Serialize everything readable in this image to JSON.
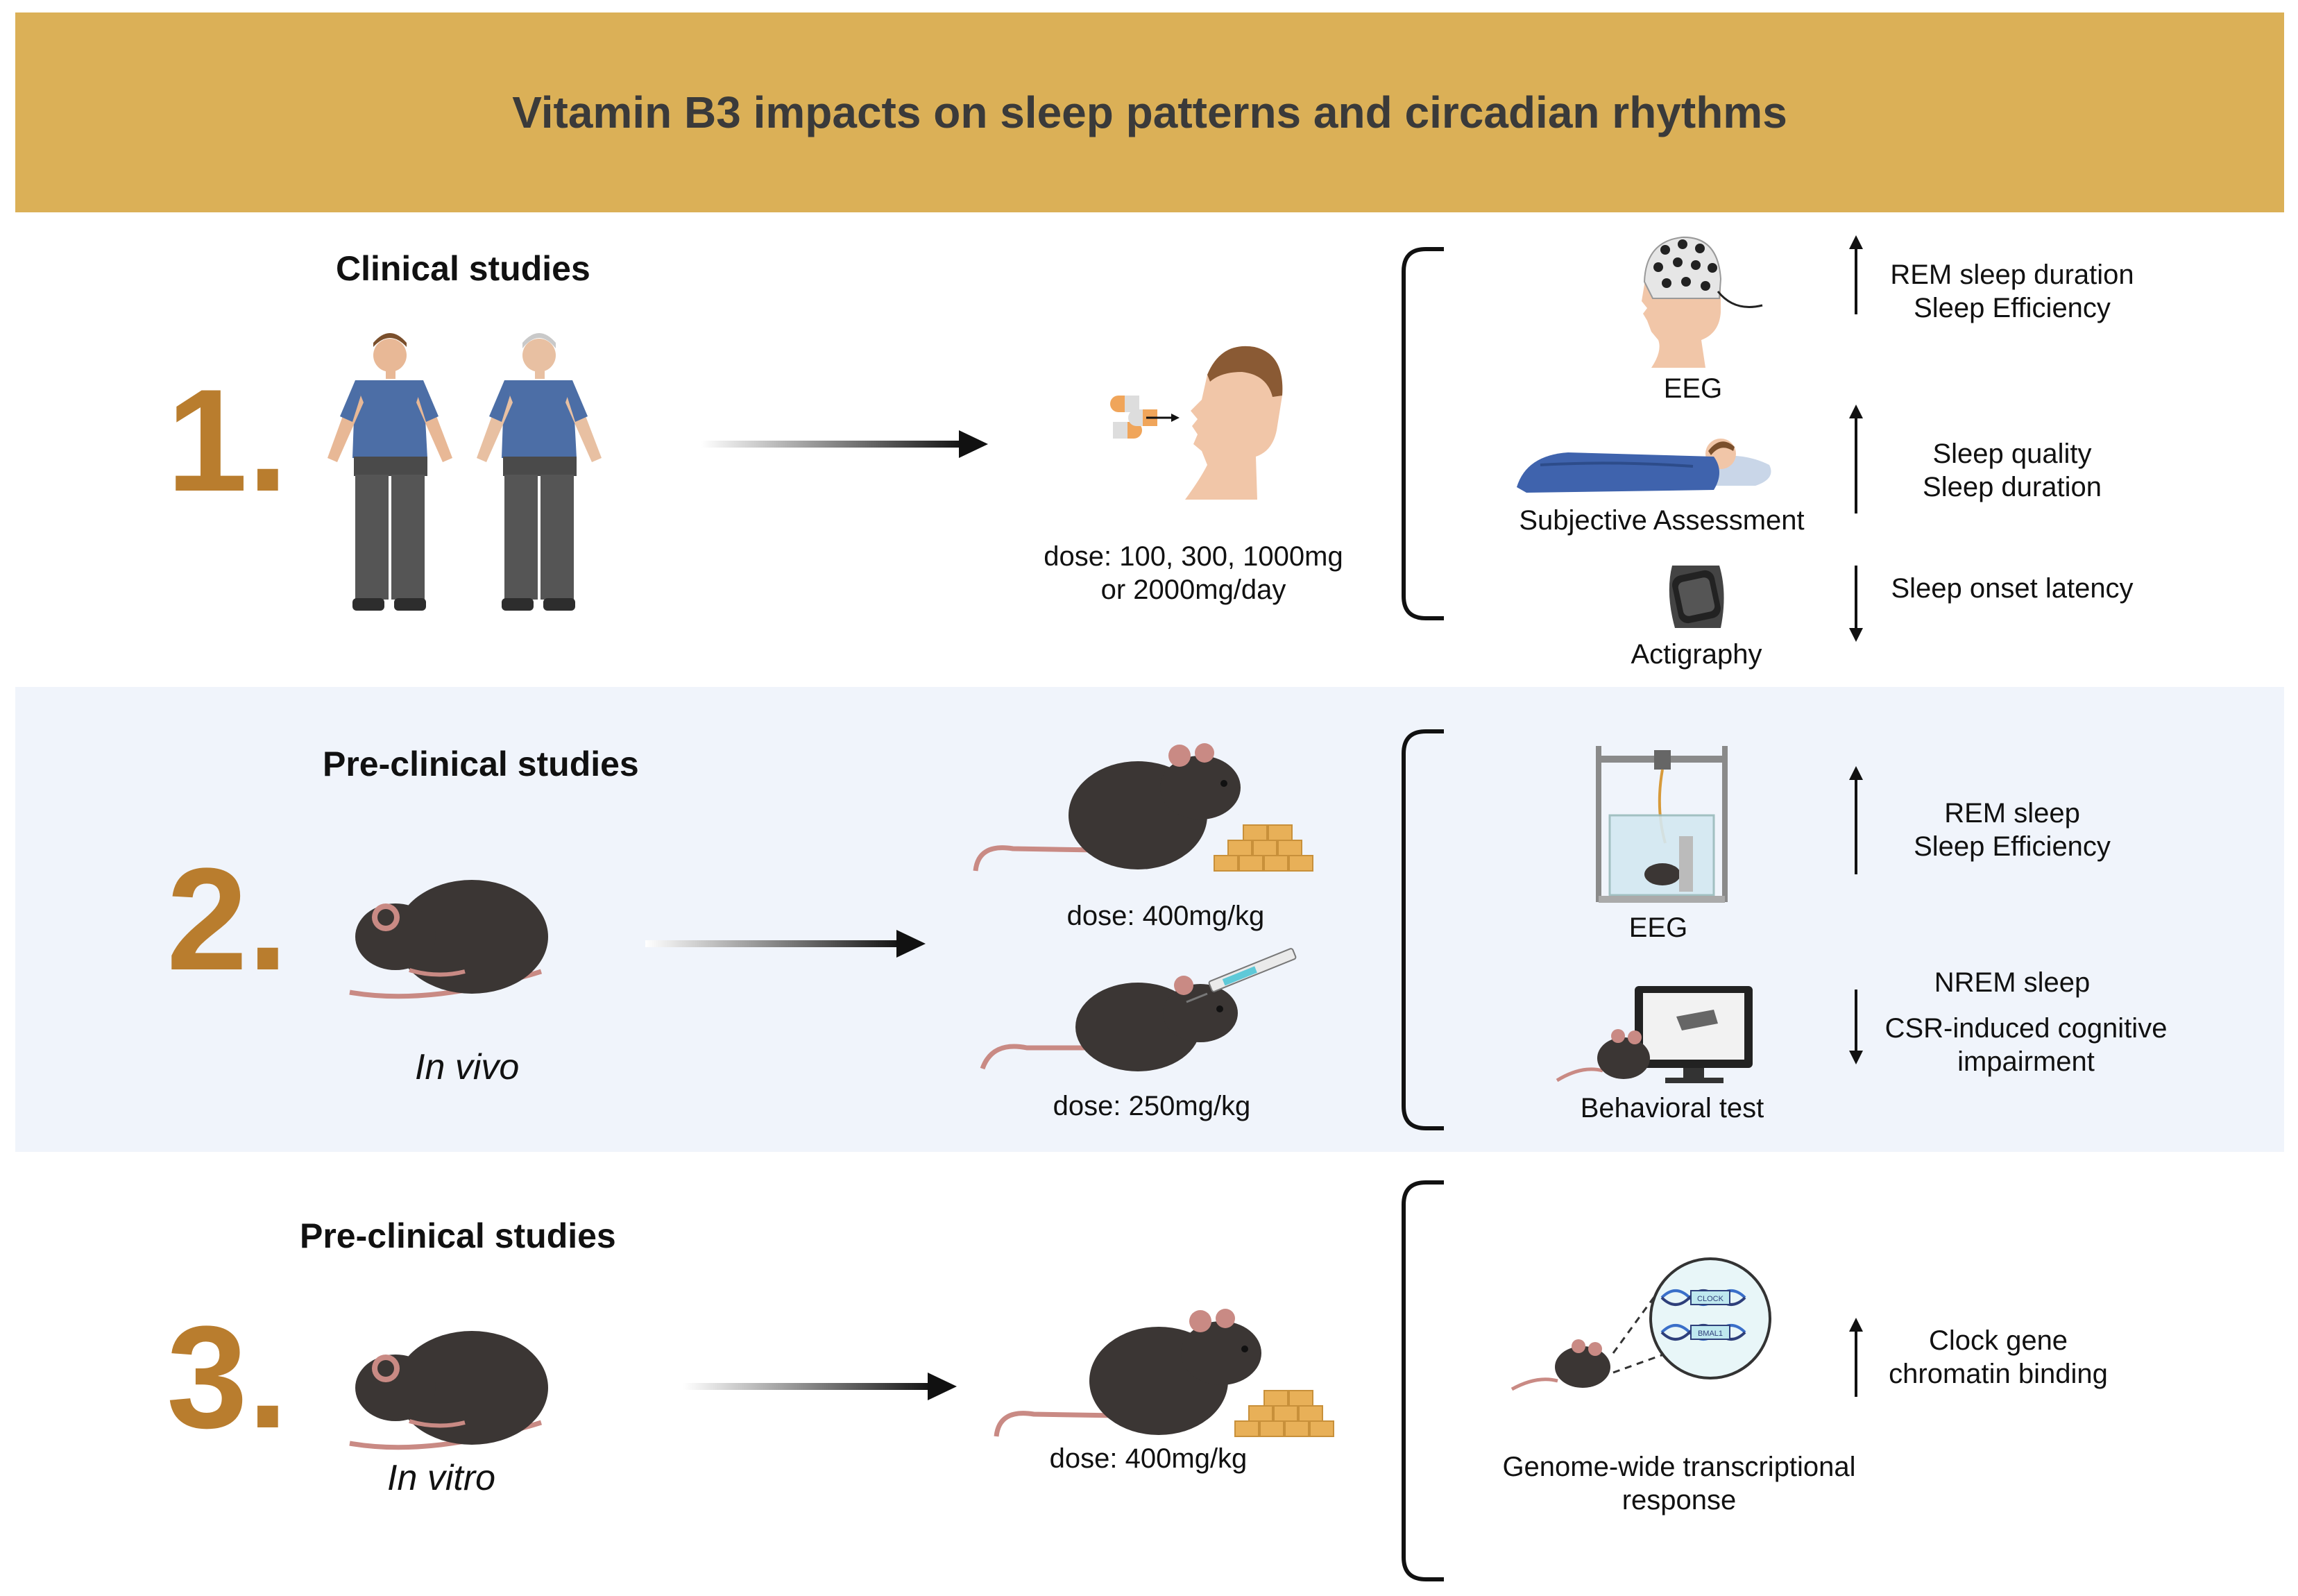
{
  "title": "Vitamin B3 impacts on sleep patterns and circadian rhythms",
  "colors": {
    "banner": "#dbb057",
    "number": "#b97d2e",
    "band": "#f0f4fb",
    "shirt": "#4c6ea6",
    "mouse": "#3b3634"
  },
  "sections": [
    {
      "number": "1.",
      "title": "Clinical studies",
      "dose": [
        "dose: 100, 300, 1000mg",
        "or 2000mg/day"
      ],
      "methods": [
        "EEG",
        "Subjective Assessment",
        "Actigraphy"
      ],
      "effects": [
        {
          "direction": "up",
          "lines": [
            "REM sleep duration",
            "Sleep Efficiency"
          ]
        },
        {
          "direction": "up",
          "lines": [
            "Sleep quality",
            "Sleep duration"
          ]
        },
        {
          "direction": "down",
          "lines": [
            "Sleep onset latency"
          ]
        }
      ]
    },
    {
      "number": "2.",
      "title": "Pre-clinical studies",
      "model": "In vivo",
      "doses": [
        "dose: 400mg/kg",
        "dose: 250mg/kg"
      ],
      "methods": [
        "EEG",
        "Behavioral test"
      ],
      "effects": [
        {
          "direction": "up",
          "lines": [
            "REM sleep",
            "Sleep Efficiency"
          ]
        },
        {
          "direction": "down",
          "lines": [
            "NREM sleep",
            "CSR-induced cognitive",
            "impairment"
          ]
        }
      ]
    },
    {
      "number": "3.",
      "title": "Pre-clinical studies",
      "model": "In vitro",
      "dose": "dose: 400mg/kg",
      "method": [
        "Genome-wide transcriptional",
        "response"
      ],
      "genes": [
        "CLOCK",
        "BMAL1"
      ],
      "effects": [
        {
          "direction": "up",
          "lines": [
            "Clock gene",
            "chromatin binding"
          ]
        }
      ]
    }
  ]
}
